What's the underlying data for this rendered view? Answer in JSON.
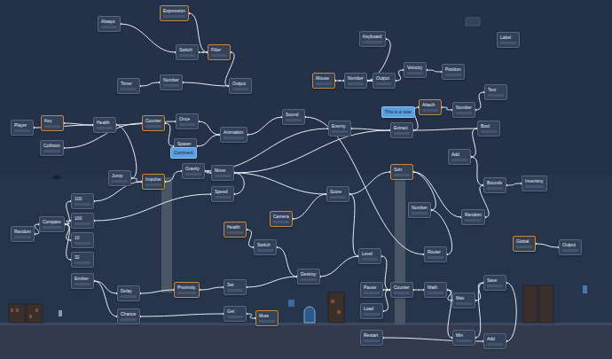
{
  "diagram": {
    "nodes": [
      {
        "text": [
          "Always"
        ]
      },
      {
        "text": [
          "Expression"
        ]
      },
      {
        "text": [
          "Switch"
        ]
      },
      {
        "text": [
          "Filter"
        ]
      },
      {
        "text": [
          "Timer"
        ]
      },
      {
        "text": [
          "Number"
        ]
      },
      {
        "text": [
          "Output"
        ]
      },
      {
        "text": [
          "Keyboard"
        ]
      },
      {
        "text": [
          "Mouse"
        ]
      },
      {
        "text": [
          "Number"
        ]
      },
      {
        "text": [
          "Output"
        ]
      },
      {
        "text": [
          "Velocity"
        ]
      },
      {
        "text": [
          "Position"
        ]
      },
      {
        "text": [
          "Label"
        ]
      },
      {
        "text": [
          "Player"
        ]
      },
      {
        "text": [
          "Key"
        ]
      },
      {
        "text": [
          "Collision"
        ]
      },
      {
        "text": [
          "Health"
        ]
      },
      {
        "text": [
          "Counter"
        ]
      },
      {
        "text": [
          "Once"
        ]
      },
      {
        "text": [
          "Spawn"
        ]
      },
      {
        "text": [
          "Animation"
        ]
      },
      {
        "text": [
          "Sound"
        ]
      },
      {
        "text": [
          "Enemy"
        ]
      },
      {
        "text": [
          "This is a note"
        ]
      },
      {
        "text": [
          "Extract"
        ]
      },
      {
        "text": [
          "Attach"
        ]
      },
      {
        "text": [
          "Number"
        ]
      },
      {
        "text": [
          "Text"
        ]
      },
      {
        "text": [
          "Bool"
        ]
      },
      {
        "text": [
          "Add"
        ]
      },
      {
        "text": [
          "Comment"
        ]
      },
      {
        "text": [
          "Jump"
        ]
      },
      {
        "text": [
          "Impulse"
        ]
      },
      {
        "text": [
          "Gravity"
        ]
      },
      {
        "text": [
          "Move"
        ]
      },
      {
        "text": [
          "Speed"
        ]
      },
      {
        "text": [
          "100"
        ]
      },
      {
        "text": [
          "100"
        ]
      },
      {
        "text": [
          "10"
        ]
      },
      {
        "text": [
          "32"
        ]
      },
      {
        "text": [
          "Random"
        ]
      },
      {
        "text": [
          "Compare"
        ]
      },
      {
        "text": [
          "Health"
        ]
      },
      {
        "text": [
          "Switch"
        ]
      },
      {
        "text": [
          "Camera"
        ]
      },
      {
        "text": [
          "Destroy"
        ]
      },
      {
        "text": [
          "Score"
        ]
      },
      {
        "text": [
          "Sort"
        ]
      },
      {
        "text": [
          "Number"
        ]
      },
      {
        "text": [
          "Router"
        ]
      },
      {
        "text": [
          "Random"
        ]
      },
      {
        "text": [
          "Bounds"
        ]
      },
      {
        "text": [
          "Inventory"
        ]
      },
      {
        "text": [
          "Global"
        ]
      },
      {
        "text": [
          "Output"
        ]
      },
      {
        "text": [
          "Emitter"
        ]
      },
      {
        "text": [
          "Delay"
        ]
      },
      {
        "text": [
          "Chance"
        ]
      },
      {
        "text": [
          "Proximity"
        ]
      },
      {
        "text": [
          "Set"
        ]
      },
      {
        "text": [
          "Get"
        ]
      },
      {
        "text": [
          "Mute"
        ]
      },
      {
        "text": [
          "Level"
        ]
      },
      {
        "text": [
          "Pause"
        ]
      },
      {
        "text": [
          "Load"
        ]
      },
      {
        "text": [
          "Restart"
        ]
      },
      {
        "text": [
          "Counter"
        ]
      },
      {
        "text": [
          "Math"
        ]
      },
      {
        "text": [
          "Max"
        ]
      },
      {
        "text": [
          "Min"
        ]
      },
      {
        "text": [
          "Save"
        ]
      },
      {
        "text": [
          "Add"
        ]
      }
    ],
    "edges": [
      {
        "from": 0,
        "to": 2,
        "arrow": "none"
      },
      {
        "from": 1,
        "to": 3,
        "arrow": "none"
      },
      {
        "from": 2,
        "to": 3,
        "arrow": "none"
      },
      {
        "from": 4,
        "to": 5,
        "arrow": "none"
      },
      {
        "from": 5,
        "to": 6,
        "arrow": "none"
      },
      {
        "from": 3,
        "to": 6,
        "arrow": "none"
      },
      {
        "from": 7,
        "to": 9,
        "arrow": "none"
      },
      {
        "from": 8,
        "to": 9,
        "arrow": "none"
      },
      {
        "from": 9,
        "to": 10,
        "arrow": "none"
      },
      {
        "from": 10,
        "to": 11,
        "arrow": "none"
      },
      {
        "from": 11,
        "to": 12,
        "arrow": "none"
      },
      {
        "from": 14,
        "to": 17,
        "arrow": "none"
      },
      {
        "from": 15,
        "to": 17,
        "arrow": "none"
      },
      {
        "from": 16,
        "to": 18,
        "arrow": "none"
      },
      {
        "from": 17,
        "to": 19,
        "arrow": "none"
      },
      {
        "from": 18,
        "to": 20,
        "arrow": "none"
      },
      {
        "from": 19,
        "to": 21,
        "arrow": "none"
      },
      {
        "from": 20,
        "to": 21,
        "arrow": "none"
      },
      {
        "from": 21,
        "to": 22,
        "arrow": "none"
      },
      {
        "from": 23,
        "to": 25,
        "arrow": "none"
      },
      {
        "from": 25,
        "to": 26,
        "arrow": "none"
      },
      {
        "from": 25,
        "to": 29,
        "arrow": "none"
      },
      {
        "from": 26,
        "to": 27,
        "arrow": "none"
      },
      {
        "from": 27,
        "to": 28,
        "arrow": "none"
      },
      {
        "from": 29,
        "to": 30,
        "arrow": "none"
      },
      {
        "from": 17,
        "to": 32,
        "arrow": "none"
      },
      {
        "from": 32,
        "to": 33,
        "arrow": "none"
      },
      {
        "from": 33,
        "to": 34,
        "arrow": "none"
      },
      {
        "from": 34,
        "to": 35,
        "arrow": "none"
      },
      {
        "from": 36,
        "to": 35,
        "arrow": "none"
      },
      {
        "from": 35,
        "to": 25,
        "arrow": "none"
      },
      {
        "from": 35,
        "to": 47,
        "arrow": "none"
      },
      {
        "from": 34,
        "to": 23,
        "arrow": "none"
      },
      {
        "from": 41,
        "to": 42,
        "arrow": "none"
      },
      {
        "from": 42,
        "to": 37,
        "arrow": "none"
      },
      {
        "from": 42,
        "to": 38,
        "arrow": "none"
      },
      {
        "from": 42,
        "to": 39,
        "arrow": "none"
      },
      {
        "from": 42,
        "to": 40,
        "arrow": "none"
      },
      {
        "from": 37,
        "to": 33,
        "arrow": "none"
      },
      {
        "from": 38,
        "to": 36,
        "arrow": "none"
      },
      {
        "from": 43,
        "to": 44,
        "arrow": "none"
      },
      {
        "from": 44,
        "to": 46,
        "arrow": "none"
      },
      {
        "from": 45,
        "to": 47,
        "arrow": "none"
      },
      {
        "from": 47,
        "to": 48,
        "arrow": "none"
      },
      {
        "from": 47,
        "to": 63,
        "arrow": "none"
      },
      {
        "from": 48,
        "to": 49,
        "arrow": "none"
      },
      {
        "from": 49,
        "to": 50,
        "arrow": "none"
      },
      {
        "from": 48,
        "to": 51,
        "arrow": "none"
      },
      {
        "from": 51,
        "to": 52,
        "arrow": "none"
      },
      {
        "from": 52,
        "to": 53,
        "arrow": "none"
      },
      {
        "from": 54,
        "to": 55,
        "arrow": "none"
      },
      {
        "from": 30,
        "to": 52,
        "arrow": "none"
      },
      {
        "from": 56,
        "to": 57,
        "arrow": "none"
      },
      {
        "from": 56,
        "to": 58,
        "arrow": "none"
      },
      {
        "from": 57,
        "to": 59,
        "arrow": "none"
      },
      {
        "from": 59,
        "to": 60,
        "arrow": "none"
      },
      {
        "from": 58,
        "to": 61,
        "arrow": "none"
      },
      {
        "from": 61,
        "to": 62,
        "arrow": "none"
      },
      {
        "from": 60,
        "to": 46,
        "arrow": "none"
      },
      {
        "from": 63,
        "to": 67,
        "arrow": "none"
      },
      {
        "from": 64,
        "to": 67,
        "arrow": "none"
      },
      {
        "from": 65,
        "to": 67,
        "arrow": "none"
      },
      {
        "from": 66,
        "to": 72,
        "arrow": "none"
      },
      {
        "from": 67,
        "to": 68,
        "arrow": "none"
      },
      {
        "from": 68,
        "to": 69,
        "arrow": "none"
      },
      {
        "from": 68,
        "to": 70,
        "arrow": "none"
      },
      {
        "from": 69,
        "to": 71,
        "arrow": "none"
      },
      {
        "from": 70,
        "to": 71,
        "arrow": "none"
      },
      {
        "from": 71,
        "to": 72,
        "arrow": "none"
      },
      {
        "from": 22,
        "to": 50,
        "arrow": "none"
      },
      {
        "from": 46,
        "to": 63,
        "arrow": "none"
      }
    ]
  }
}
